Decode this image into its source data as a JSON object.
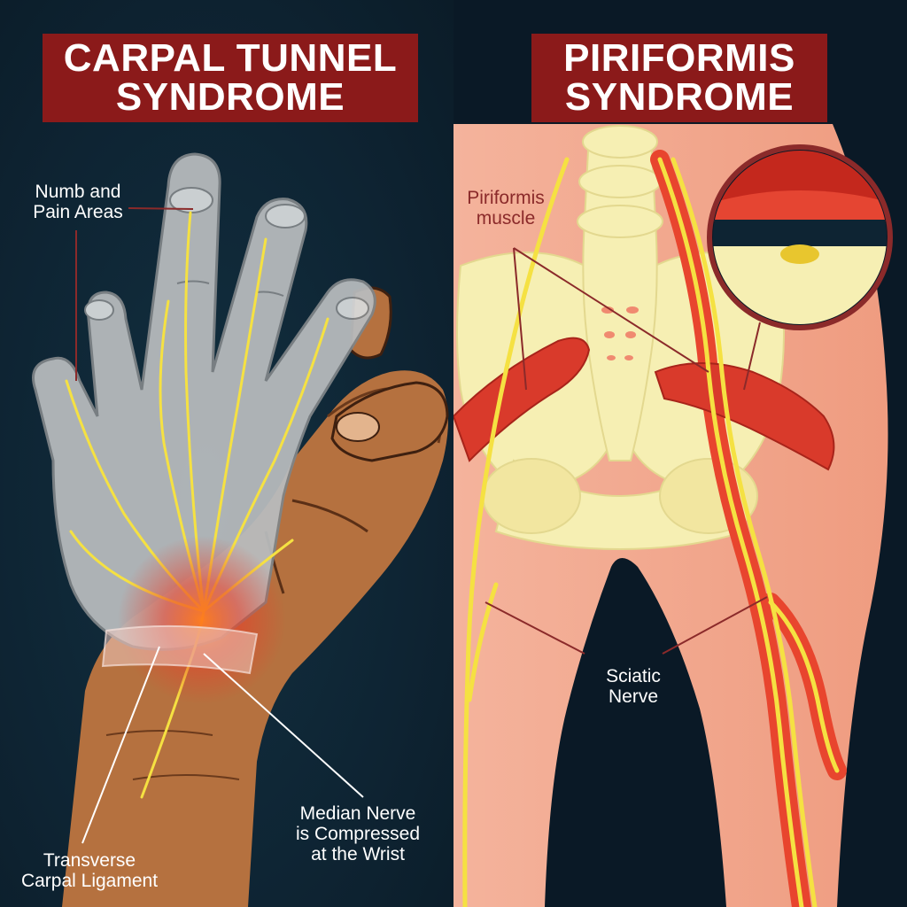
{
  "left_panel": {
    "title_line1": "CARPAL TUNNEL",
    "title_line2": "SYNDROME",
    "labels": {
      "numb_line1": "Numb and",
      "numb_line2": "Pain Areas",
      "median_line1": "Median Nerve",
      "median_line2": "is Compressed",
      "median_line3": "at the Wrist",
      "transverse_line1": "Transverse",
      "transverse_line2": "Carpal Ligament"
    }
  },
  "right_panel": {
    "title_line1": "PIRIFORMIS",
    "title_line2": "SYNDROME",
    "labels": {
      "piriformis_line1": "Piriformis",
      "piriformis_line2": "muscle",
      "sciatic_line1": "Sciatic",
      "sciatic_line2": "Nerve"
    }
  },
  "colors": {
    "title_bg": "#8b1a1a",
    "left_bg": "#0e2433",
    "right_bg": "#0a1926",
    "nerve": "#f5e142",
    "muscle": "#d93a2b",
    "skin_hand": "#b5713f",
    "skin_leg": "#f0a48c",
    "bone": "#f6efb3",
    "numb_hand": "#b9bdbf"
  }
}
